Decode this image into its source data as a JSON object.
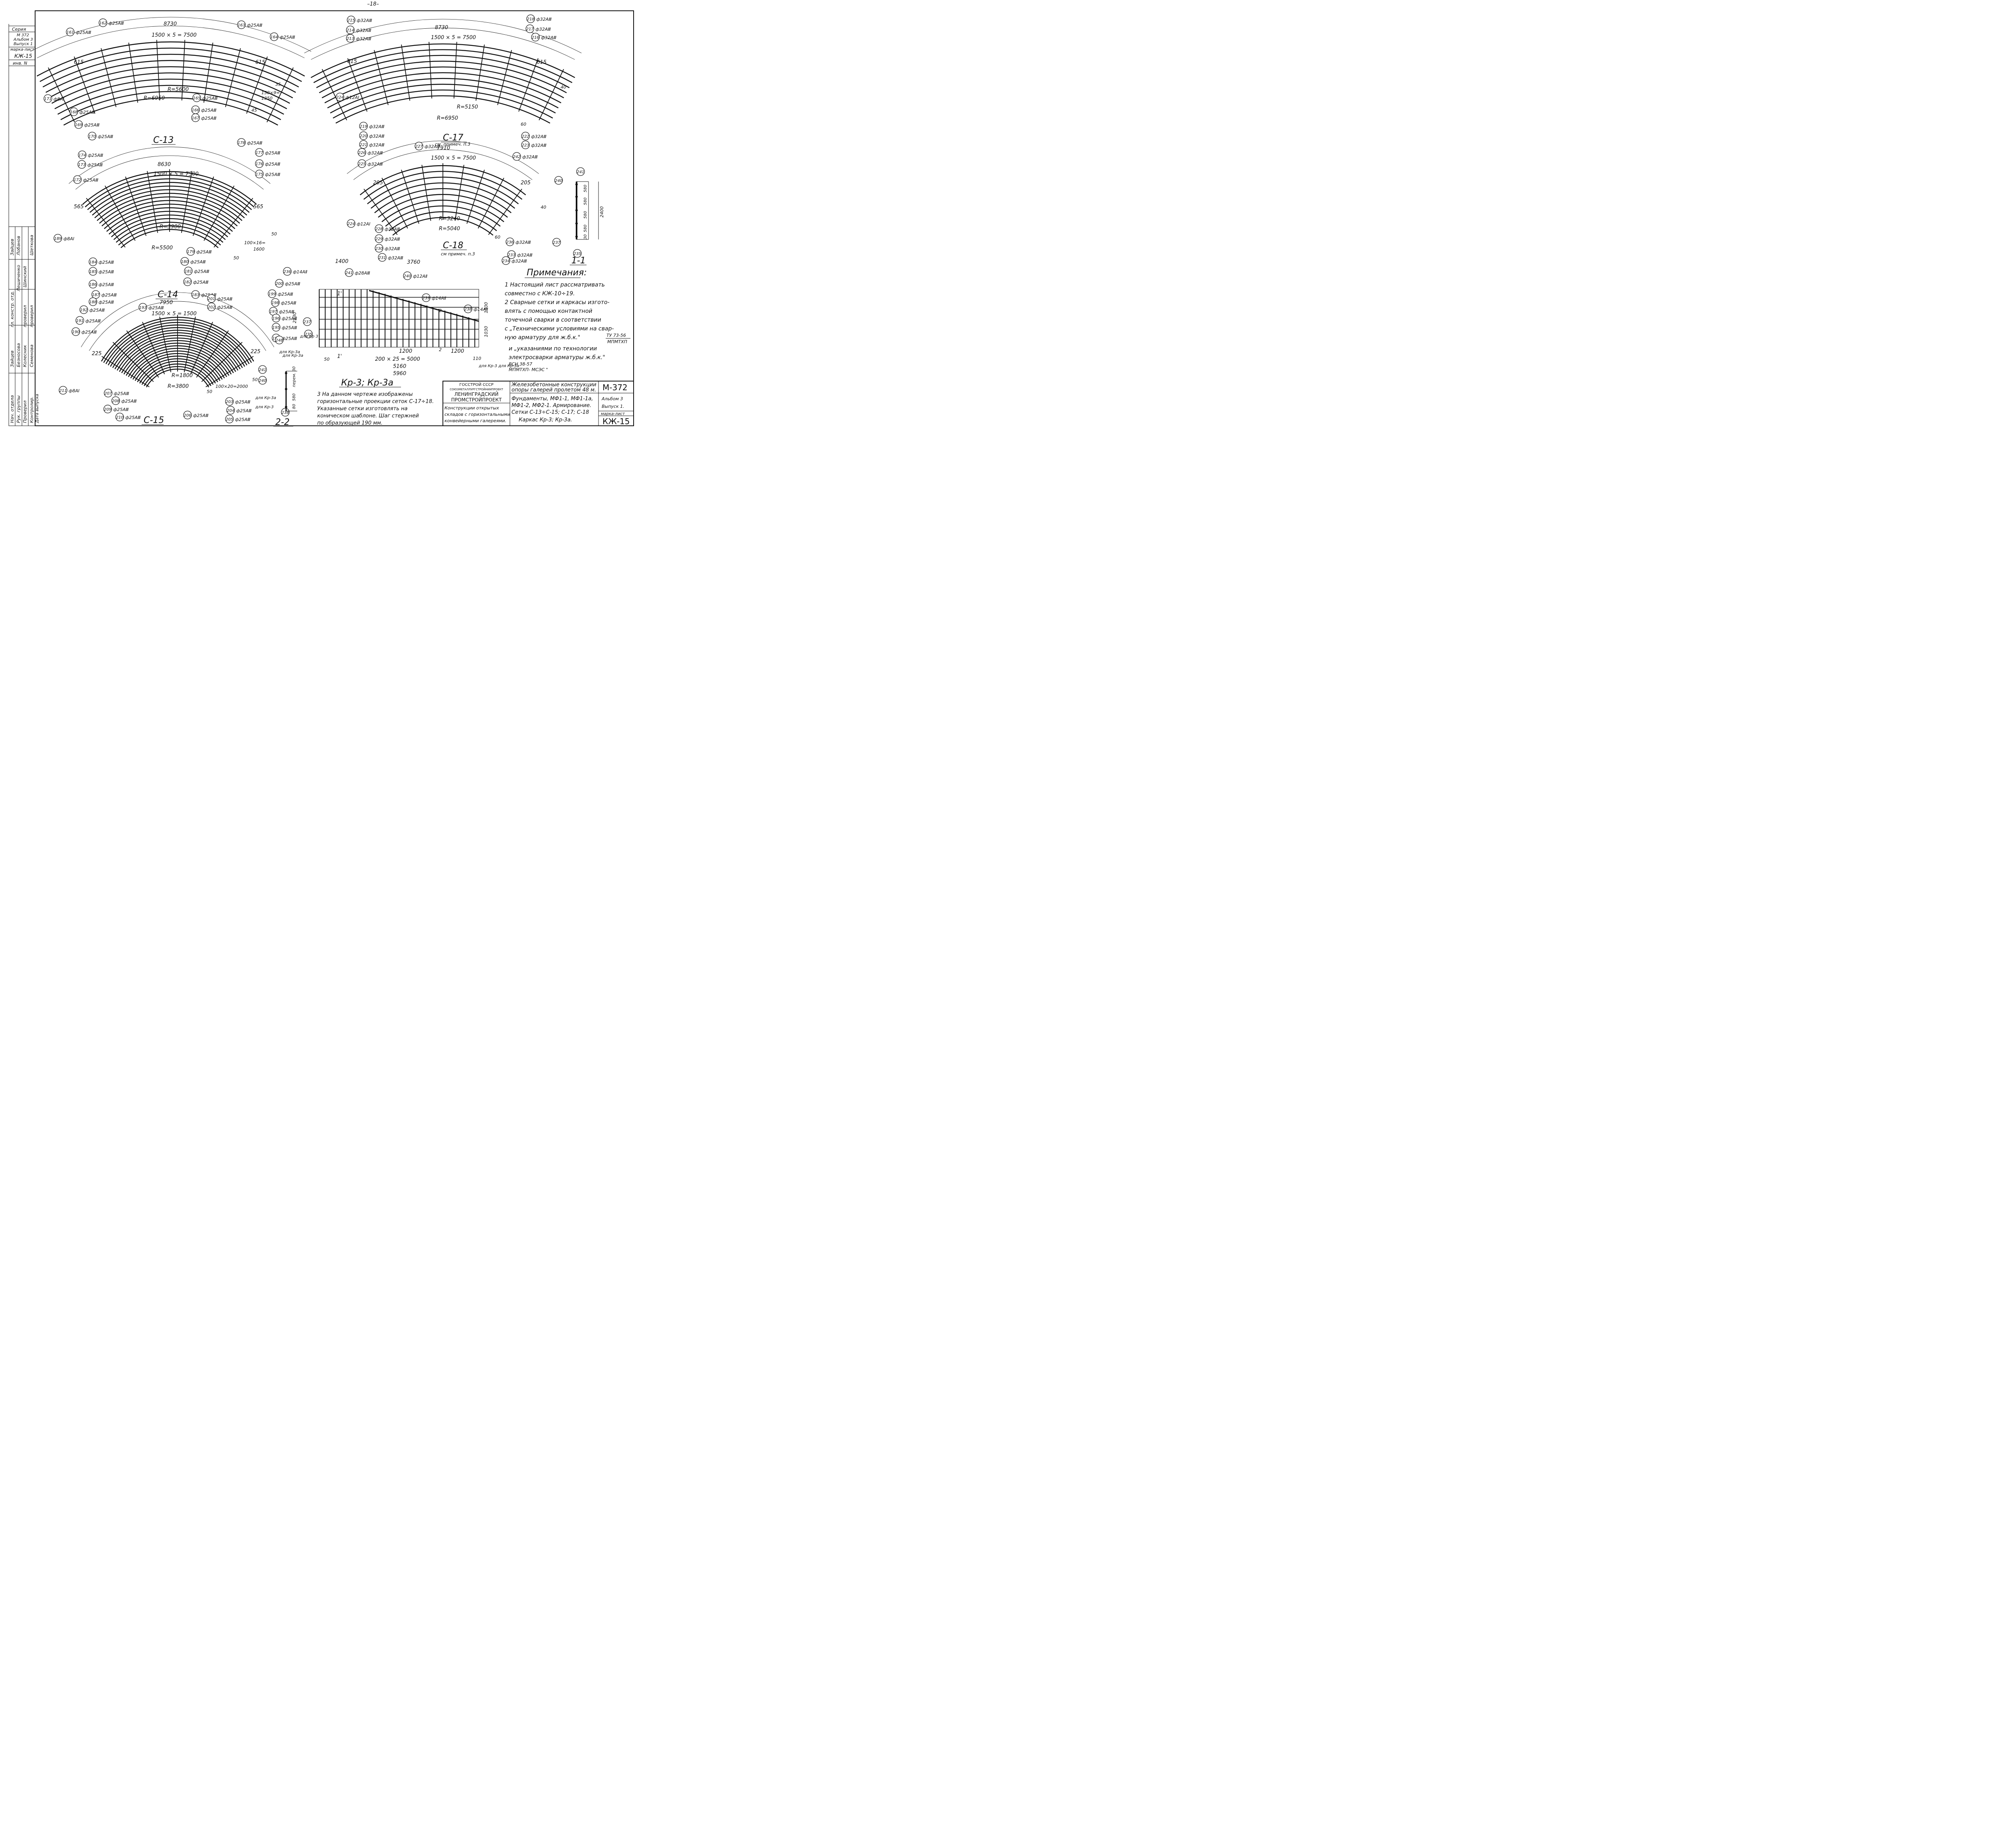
{
  "page_number": "–18–",
  "stamp_left": {
    "series_label": "Серия",
    "series_value": "М 372",
    "album": "Альбом 3",
    "issue": "Выпуск 1",
    "mark_label": "марка-лист",
    "mark_value": "КЖ-15",
    "inv_label": "инв. N"
  },
  "signatures": {
    "roles": [
      "Нач. отдела",
      "Рук. группы",
      "Проверил",
      "Контролир.",
      "Дата выпуска"
    ],
    "names": [
      "Зайцев",
      "Безносова",
      "Колесник",
      "Семенова"
    ],
    "role2": [
      "гл. констр. отд.",
      "проверил",
      "проверил"
    ],
    "names2": [
      "Лобанов",
      "Шеткова"
    ],
    "extra": [
      "Шинский",
      "Лешиченко",
      "Кожевников",
      "Семенова"
    ]
  },
  "meshes": {
    "c13": {
      "title": "С-13",
      "span": "8730",
      "step": "1500 × 5 = 7500",
      "end_left": "615",
      "end_right": "615",
      "r_inner": "R=5600",
      "r_outer": "R=6950",
      "radial": "150×9=",
      "radial_total": "1350",
      "d1": "35",
      "d2": "45",
      "items": [
        {
          "n": "162",
          "t": "ф25АⅢ"
        },
        {
          "n": "161",
          "t": "ф25АⅢ"
        },
        {
          "n": "163",
          "t": "ф25АⅢ"
        },
        {
          "n": "164",
          "t": "ф25АⅢ"
        },
        {
          "n": "171",
          "t": "ф8АI"
        },
        {
          "n": "168",
          "t": "ф25АⅢ"
        },
        {
          "n": "169",
          "t": "ф25АⅢ"
        },
        {
          "n": "170",
          "t": "ф25АⅢ"
        },
        {
          "n": "165",
          "t": "ф25АⅢ"
        },
        {
          "n": "166",
          "t": "ф25АⅢ"
        },
        {
          "n": "167",
          "t": "ф25АⅢ"
        }
      ]
    },
    "c14": {
      "title": "С-14",
      "span": "8630",
      "step": "1500 × 5 = 7500",
      "end_left": "565",
      "end_right": "565",
      "r_inner": "R=3900",
      "r_outer": "R=5500",
      "radial": "100×16=",
      "radial_total": "1600",
      "d1": "50",
      "d2": "50",
      "items": [
        {
          "n": "174",
          "t": "ф25АⅢ"
        },
        {
          "n": "173",
          "t": "ф25АⅢ"
        },
        {
          "n": "172",
          "t": "ф25АⅢ"
        },
        {
          "n": "178",
          "t": "ф25АⅢ"
        },
        {
          "n": "177",
          "t": "ф25АⅢ"
        },
        {
          "n": "176",
          "t": "ф25АⅢ"
        },
        {
          "n": "175",
          "t": "ф25АⅢ"
        },
        {
          "n": "189",
          "t": "ф8АI"
        },
        {
          "n": "184",
          "t": "ф25АⅢ"
        },
        {
          "n": "185",
          "t": "ф25АⅢ"
        },
        {
          "n": "186",
          "t": "ф25АⅢ"
        },
        {
          "n": "187",
          "t": "ф25АⅢ"
        },
        {
          "n": "188",
          "t": "ф25АⅢ"
        },
        {
          "n": "179",
          "t": "ф25АⅢ"
        },
        {
          "n": "180",
          "t": "ф25АⅢ"
        },
        {
          "n": "181",
          "t": "ф25АⅢ"
        },
        {
          "n": "182",
          "t": "ф25АⅢ"
        },
        {
          "n": "183",
          "t": "ф25АⅢ"
        }
      ]
    },
    "c15": {
      "title": "С-15",
      "span": "7950",
      "step": "1500 × 5 = 1500",
      "end_left": "225",
      "end_right": "225",
      "r_inner": "R=1800",
      "r_outer": "R=3800",
      "radial": "100×20=2000",
      "d1": "50",
      "d2": "50",
      "items": [
        {
          "n": "192",
          "t": "ф25АⅢ"
        },
        {
          "n": "193",
          "t": "ф25АⅢ"
        },
        {
          "n": "191",
          "t": "ф25АⅢ"
        },
        {
          "n": "190",
          "t": "ф25АⅢ"
        },
        {
          "n": "211",
          "t": "ф8АI"
        },
        {
          "n": "207",
          "t": "ф25АⅢ"
        },
        {
          "n": "208",
          "t": "ф25АⅢ"
        },
        {
          "n": "209",
          "t": "ф25АⅢ"
        },
        {
          "n": "210",
          "t": "ф25АⅢ"
        },
        {
          "n": "201",
          "t": "ф25АⅢ"
        },
        {
          "n": "202",
          "t": "ф25АⅢ"
        },
        {
          "n": "200",
          "t": "ф25АⅢ"
        },
        {
          "n": "199",
          "t": "ф25АⅢ"
        },
        {
          "n": "198",
          "t": "ф25АⅢ"
        },
        {
          "n": "197",
          "t": "ф25АⅢ"
        },
        {
          "n": "196",
          "t": "ф25АⅢ"
        },
        {
          "n": "195",
          "t": "ф25АⅢ"
        },
        {
          "n": "194",
          "t": "ф25АⅢ"
        },
        {
          "n": "203",
          "t": "ф25АⅢ"
        },
        {
          "n": "204",
          "t": "ф25АⅢ"
        },
        {
          "n": "205",
          "t": "ф25АⅢ"
        },
        {
          "n": "206",
          "t": "ф25АⅢ"
        }
      ]
    },
    "c17": {
      "title": "С-17",
      "note": "см. примеч. п.3",
      "span": "8730",
      "step": "1500 × 5 = 7500",
      "end_left": "615",
      "end_right": "615",
      "r_inner": "R=5150",
      "r_outer": "R=6950",
      "d1": "40",
      "d2": "60",
      "items": [
        {
          "n": "215",
          "t": "ф32АⅢ"
        },
        {
          "n": "214",
          "t": "ф32АⅢ"
        },
        {
          "n": "213",
          "t": "ф32АⅢ"
        },
        {
          "n": "218",
          "t": "ф32АⅢ"
        },
        {
          "n": "217",
          "t": "ф32АⅢ"
        },
        {
          "n": "216",
          "t": "ф32АⅢ"
        },
        {
          "n": "224",
          "t": "ф12АI"
        },
        {
          "n": "219",
          "t": "ф32АⅢ"
        },
        {
          "n": "220",
          "t": "ф32АⅢ"
        },
        {
          "n": "221",
          "t": "ф32АⅢ"
        },
        {
          "n": "222",
          "t": "ф32АⅢ"
        },
        {
          "n": "223",
          "t": "ф32АⅢ"
        }
      ]
    },
    "c18": {
      "title": "С-18",
      "note": "см примеч. п.3",
      "span": "7910",
      "step": "1500 × 5 = 7500",
      "end_left": "205",
      "end_right": "205",
      "r_inner": "R=3240",
      "r_outer": "R=5040",
      "d1": "40",
      "d2": "60",
      "items": [
        {
          "n": "226",
          "t": "ф32АⅢ"
        },
        {
          "n": "227",
          "t": "ф32АⅢ"
        },
        {
          "n": "225",
          "t": "ф32АⅢ"
        },
        {
          "n": "242",
          "t": "ф32АⅢ"
        },
        {
          "n": "224",
          "t": "ф12АI"
        },
        {
          "n": "228",
          "t": "ф32АⅢ"
        },
        {
          "n": "229",
          "t": "ф32АⅢ"
        },
        {
          "n": "230",
          "t": "ф32АⅢ"
        },
        {
          "n": "231",
          "t": "ф32АⅢ"
        },
        {
          "n": "236",
          "t": "ф32АⅢ"
        },
        {
          "n": "233",
          "t": "ф32АⅢ"
        },
        {
          "n": "234",
          "t": "ф32АⅢ"
        }
      ]
    }
  },
  "section11": {
    "title": "1-1",
    "height": "2400",
    "dims": [
      "30",
      "580",
      "580",
      "580",
      "580",
      "30"
    ],
    "items": [
      "241",
      "240",
      "237",
      "235"
    ]
  },
  "cage": {
    "title": "Кр-3; Кр-3а",
    "dim_top1": "1400",
    "dim_top2": "3760",
    "dim_left": "2330",
    "dim_right1": "1300",
    "dim_right2": "1030",
    "dim_mid1": "1200",
    "dim_mid2": "1200",
    "dim_step": "200 × 25 = 5000",
    "dim_50": "50",
    "dim_110": "110",
    "dim_5160": "5160",
    "dim_5960": "5960",
    "for_kr3": "для Кр 3",
    "for_kr3a": "для Кр-3а",
    "for_list": "для Кр-3 для Кр-3а",
    "sec_mark1": "1'",
    "sec_mark2": "2",
    "items": [
      {
        "n": "236",
        "t": "ф14АⅡ"
      },
      {
        "n": "241",
        "t": "ф28АⅢ"
      },
      {
        "n": "240",
        "t": "ф12АⅡ"
      },
      {
        "n": "239",
        "t": "ф14АⅡ"
      },
      {
        "n": "238",
        "t": "ф14АⅡ"
      },
      {
        "n": "237",
        "t": ""
      },
      {
        "n": "235",
        "t": ""
      }
    ]
  },
  "section22": {
    "title": "2-2",
    "items": [
      "248",
      "241",
      "240",
      "238"
    ],
    "for_a": "для Кр-3а",
    "for_b": "для Кр-3",
    "dims": [
      "перем. 30",
      "580",
      "80",
      "30"
    ]
  },
  "notes": {
    "heading": "Примечания:",
    "lines": [
      "1  Настоящий лист рассматривать",
      "   совместно   с КЖ-10÷19.",
      "2  Сварные   сетки и каркасы изгото-",
      "   влять с помощью  контактной",
      "   точечной сварки  в соответствии",
      "   с „Техническими условиями на свар-",
      "   ную арматуру для ж.б.к.\"",
      "и „указаниями по технологии",
      "   электросварки арматуры ж.б.к.\"",
      "   ВСН 38-57",
      "   МПМТХП- МСЭС \""
    ],
    "ty": "ТУ 73-56",
    "ty_sub": "МПМТХП",
    "note3": [
      "3 На данном чертеже изображены",
      "  горизонтальные проекции сеток С-17÷18.",
      "  Указанные сетки изготовлять на",
      "  коническом шаблоне. Шаг стержней",
      "  по образующей 190 мм."
    ]
  },
  "title_block": {
    "org1": "ГОССТРОЙ СССР",
    "org2": "СОЮЗМЕТАЛЛУРГСТРОЙНИИПРОЕКТ",
    "org3": "ЛЕНИНГРАДСКИЙ",
    "org4": "ПРОМСТРОЙПРОЕКТ",
    "proj1": "Конструкции открытых",
    "proj2": "складов с горизонтальными",
    "proj3": "конвейерными галереями.",
    "desc1": "Железобетонные конструкции",
    "desc2": "опоры галерей пролетом 48 м.",
    "desc3": "Фундаменты, МФ1-1, МФ1-1а,",
    "desc4": "МФ1-2, МФ2-1. Армирование.",
    "desc5": "Сетки  С-13÷С-15; С-17; С-18",
    "desc6": "Каркас  Кр-3; Кр-3а.",
    "series": "М-372",
    "album": "Альбом 3",
    "issue": "Выпуск 1.",
    "mark_label": "марка-лист",
    "mark": "КЖ-15"
  }
}
